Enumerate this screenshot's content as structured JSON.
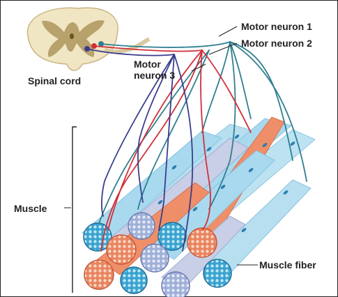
{
  "labels": {
    "motor_neuron_1": "Motor neuron 1",
    "motor_neuron_2": "Motor neuron 2",
    "motor_neuron_3_line1": "Motor",
    "motor_neuron_3_line2": "neuron 3",
    "spinal_cord": "Spinal cord",
    "muscle": "Muscle",
    "muscle_fiber": "Muscle fiber"
  },
  "colors": {
    "motor_neuron_1": "#2f7f8f",
    "motor_neuron_2": "#d0303a",
    "motor_neuron_3": "#3a3d8c",
    "fiber_blue": "#a9d9ee",
    "fiber_orange": "#ef8f6a",
    "fiber_lavender": "#c8cfe6",
    "spinal_white_matter": "#f1e6c4",
    "spinal_gray_matter": "#b09a63"
  }
}
